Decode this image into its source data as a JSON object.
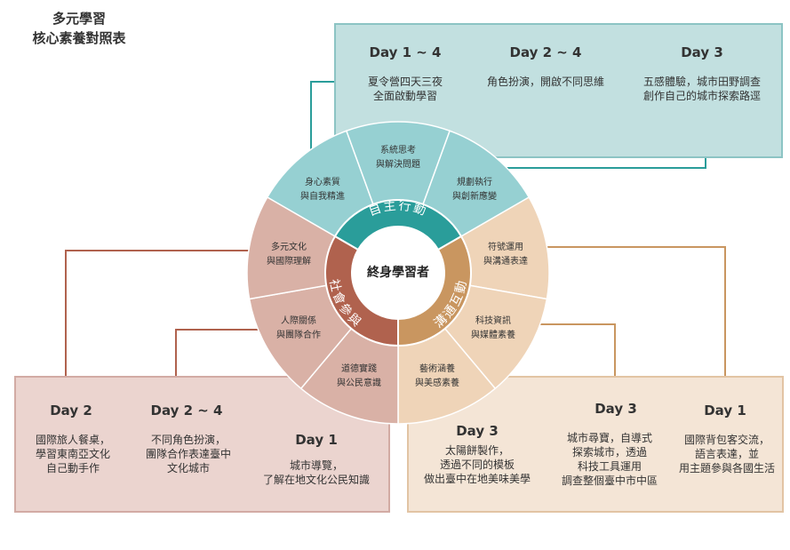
{
  "title": {
    "line1": "多元學習",
    "line2": "核心素養對照表"
  },
  "center": "終身學習者",
  "ring": {
    "top": "自主行動",
    "right": "溝通互動",
    "left": "社會參與"
  },
  "segments": {
    "s1": {
      "line1": "身心素質",
      "line2": "與自我精進"
    },
    "s2": {
      "line1": "系統思考",
      "line2": "與解決問題"
    },
    "s3": {
      "line1": "規劃執行",
      "line2": "與創新應變"
    },
    "s4": {
      "line1": "符號運用",
      "line2": "與溝通表達"
    },
    "s5": {
      "line1": "科技資訊",
      "line2": "與媒體素養"
    },
    "s6": {
      "line1": "藝術涵養",
      "line2": "與美感素養"
    },
    "s7": {
      "line1": "道德實踐",
      "line2": "與公民意識"
    },
    "s8": {
      "line1": "人際關係",
      "line2": "與團隊合作"
    },
    "s9": {
      "line1": "多元文化",
      "line2": "與國際理解"
    }
  },
  "teal_box": [
    {
      "day": "Day 1 ~ 4",
      "line1": "夏令營四天三夜",
      "line2": "全面啟動學習"
    },
    {
      "day": "Day 2 ~ 4",
      "line1": "角色扮演，開啟不同思維",
      "line2": ""
    },
    {
      "day": "Day 3",
      "line1": "五感體驗，城市田野調查",
      "line2": "創作自己的城市探索路逕"
    }
  ],
  "pink_box": [
    {
      "day": "Day 2",
      "line1": "國際旅人餐桌，",
      "line2": "學習東南亞文化",
      "line3": "自己動手作"
    },
    {
      "day": "Day 2 ~ 4",
      "line1": "不同角色扮演，",
      "line2": "團隊合作表達臺中",
      "line3": "文化城市"
    },
    {
      "day": "Day 1",
      "line1": "城市導覽，",
      "line2": "了解在地文化公民知識",
      "line3": ""
    }
  ],
  "peach_box": [
    {
      "day": "Day 3",
      "line1": "太陽餅製作，",
      "line2": "透過不同的模板",
      "line3": "做出臺中在地美味美學",
      "line4": ""
    },
    {
      "day": "Day 3",
      "line1": "城市尋寶，自導式",
      "line2": "探索城市，透過",
      "line3": "科技工具運用",
      "line4": "調查整個臺中市中區"
    },
    {
      "day": "Day 1",
      "line1": "國際背包客交流，",
      "line2": "語言表達，並",
      "line3": "用主題參與各國生活",
      "line4": ""
    }
  ],
  "colors": {
    "teal_outer": "#96d0d2",
    "teal_inner": "#2a9d9a",
    "pink_outer": "#d9b1a6",
    "rust_inner": "#b0624e",
    "peach_outer": "#efd4b8",
    "tan_inner": "#c99660",
    "teal_line": "#2a9d9a",
    "rust_line": "#b0624e",
    "tan_line": "#c99660"
  }
}
